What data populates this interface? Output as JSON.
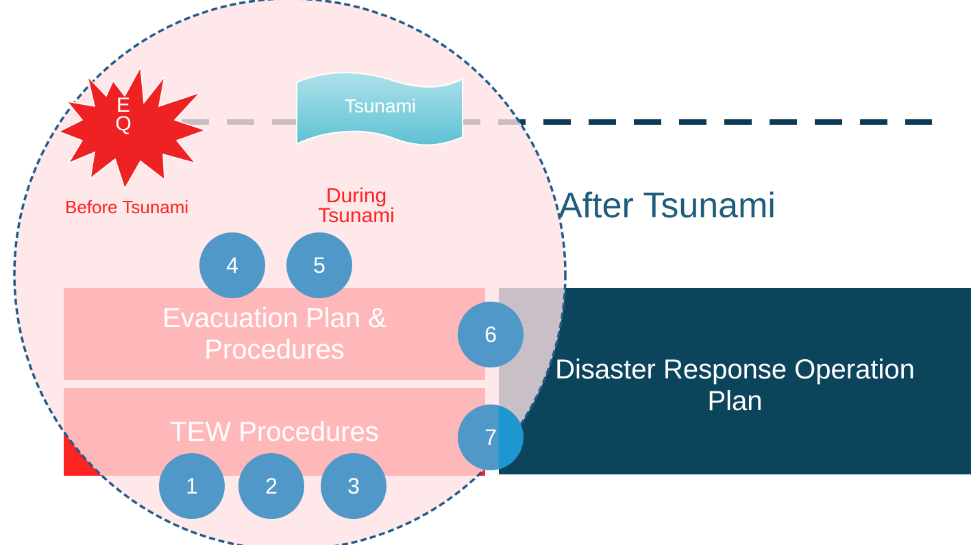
{
  "labels": {
    "eq": "E\nQ",
    "tsunami": "Tsunami",
    "before": "Before Tsunami",
    "during": "During\nTsunami",
    "after": "After Tsunami"
  },
  "boxes": {
    "evacuation": "Evacuation Plan &\nProcedures",
    "tew": "TEW Procedures",
    "disaster_response": "Disaster Response Operation\n        Plan"
  },
  "steps": [
    "1",
    "2",
    "3",
    "4",
    "5",
    "6",
    "7"
  ],
  "colors": {
    "red_box": "#ff2424",
    "navy_box": "#0c445c",
    "circle_fill": "#ffe2e4",
    "dash_navy": "#0f3a55",
    "step_blue": "#4f98c8",
    "after_text": "#1d5c7a",
    "red_text": "#ff2020"
  },
  "icons": [
    "explosion-icon",
    "wave-banner-icon"
  ]
}
